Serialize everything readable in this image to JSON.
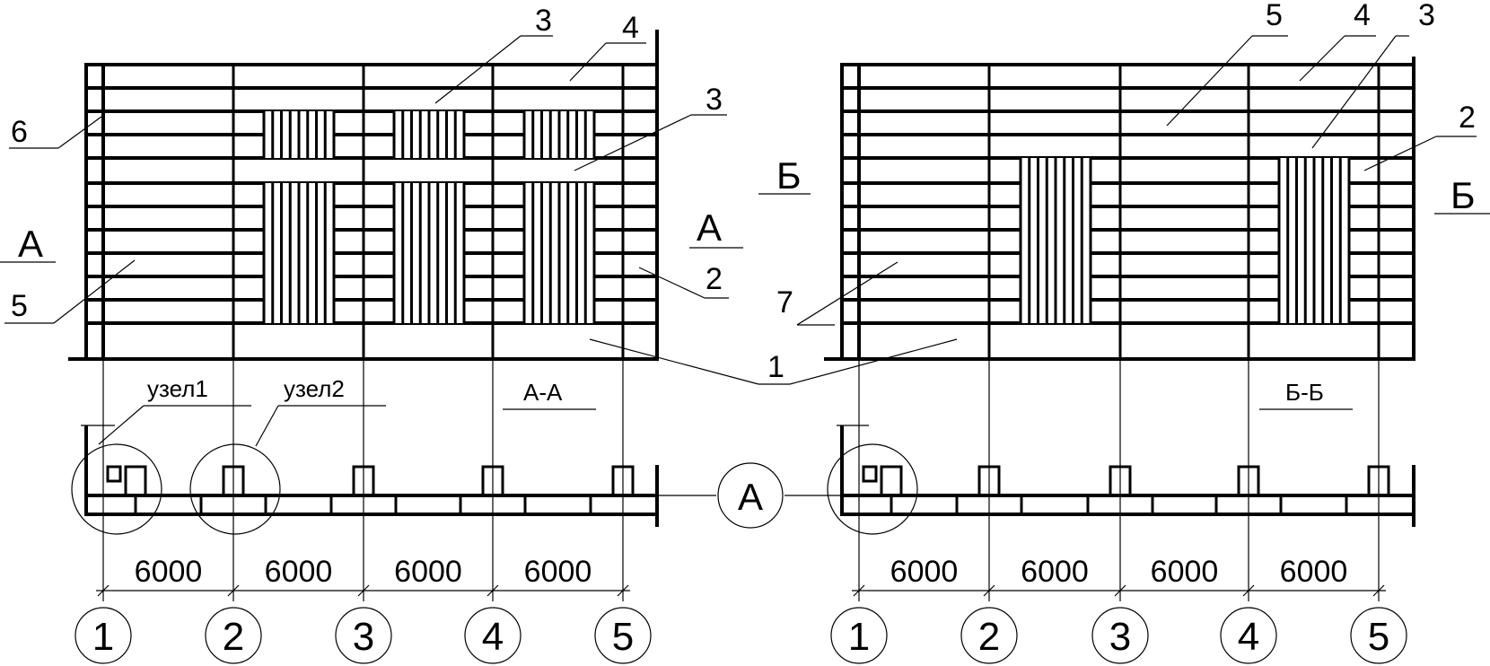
{
  "elevation_a": {
    "view_mark": "А",
    "section_title": "А-А",
    "callouts": [
      "6",
      "3",
      "4",
      "3",
      "2",
      "5",
      "1"
    ],
    "node_labels": [
      "узел1",
      "узел2"
    ],
    "spans": [
      "6000",
      "6000",
      "6000",
      "6000"
    ],
    "axes": [
      "1",
      "2",
      "3",
      "4",
      "5"
    ]
  },
  "elevation_b": {
    "view_mark": "Б",
    "section_title": "Б-Б",
    "callouts": [
      "5",
      "4",
      "3",
      "2",
      "7"
    ],
    "spans": [
      "6000",
      "6000",
      "6000",
      "6000"
    ],
    "axes": [
      "1",
      "2",
      "3",
      "4",
      "5"
    ]
  },
  "section_marker": "А"
}
